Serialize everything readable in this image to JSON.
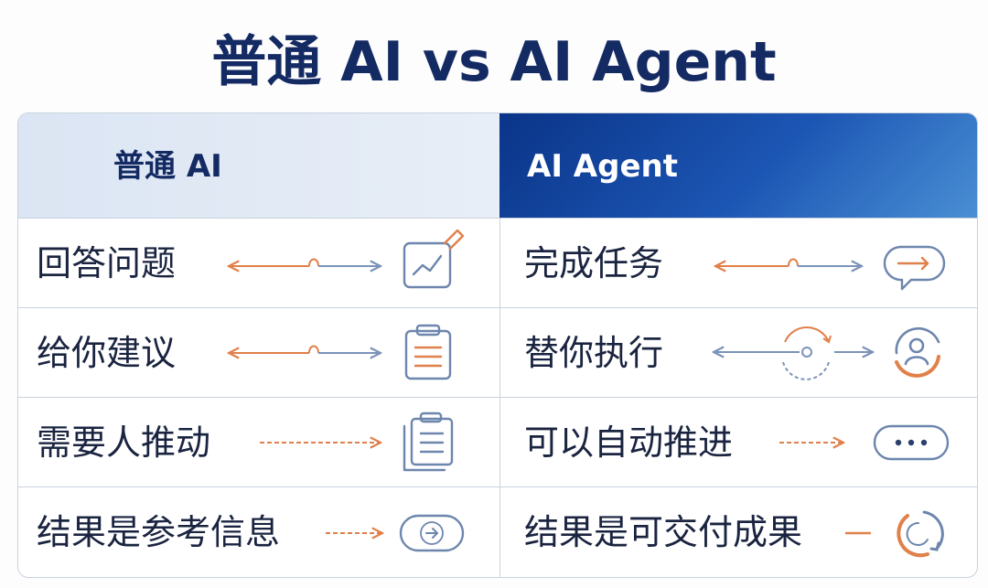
{
  "title": "普通 AI vs AI Agent",
  "header": {
    "left": "普通 AI",
    "right": "AI Agent"
  },
  "rows": [
    {
      "left": "回答问题",
      "right": "完成任务",
      "left_icon": "checklist-chart-icon",
      "right_icon": "speech-arrow-icon"
    },
    {
      "left": "给你建议",
      "right": "替你执行",
      "left_icon": "clipboard-icon",
      "right_icon": "user-cycle-icon"
    },
    {
      "left": "需要人推动",
      "right": "可以自动推进",
      "left_icon": "document-stack-icon",
      "right_icon": "ellipsis-bubble-icon"
    },
    {
      "left": "结果是参考信息",
      "right": "结果是可交付成果",
      "left_icon": "arrow-pill-icon",
      "right_icon": "refresh-cycle-icon"
    }
  ],
  "colors": {
    "title": "#142a63",
    "accent_orange": "#e0804a",
    "icon_blue": "#6d86ad",
    "header_dark": "#0a3488",
    "border": "#c9d2de"
  }
}
